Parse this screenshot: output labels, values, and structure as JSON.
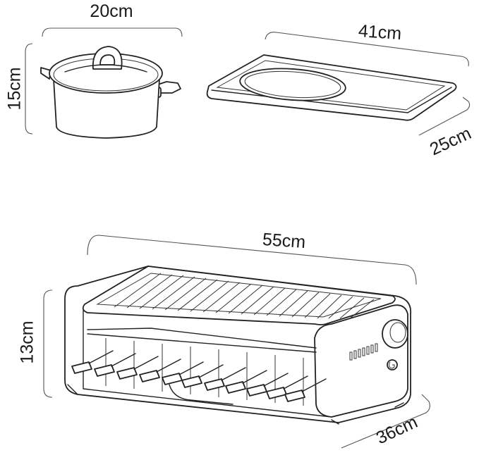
{
  "pot": {
    "width_label": "20cm",
    "height_label": "15cm"
  },
  "tray": {
    "width_label": "41cm",
    "depth_label": "25cm"
  },
  "grill": {
    "width_label": "55cm",
    "height_label": "13cm",
    "depth_label": "36cm"
  }
}
